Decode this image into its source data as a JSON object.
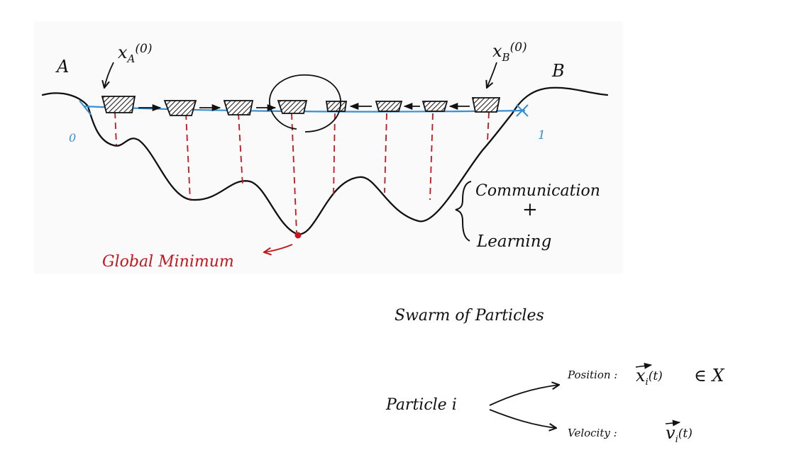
{
  "diagram": {
    "label_a": "A",
    "label_b": "B",
    "xa_var": "x",
    "xa_sub": "A",
    "xa_arg": "(0)",
    "xb_var": "x",
    "xb_sub": "B",
    "xb_arg": "(0)",
    "left_end": "0",
    "right_end": "1",
    "brace_line1": "Communication",
    "brace_plus": "+",
    "brace_line2": "Learning",
    "global_min": "Global Minimum",
    "colors": {
      "ink": "#111111",
      "line": "#3a8fd0",
      "accent": "#c4161c",
      "panel": "#f4f4f4"
    }
  },
  "notes": {
    "swarm_title": "Swarm of Particles",
    "particle": "Particle i",
    "position_label": "Position :",
    "position_var": "x",
    "position_sub": "i",
    "position_arg": "(t)",
    "position_set": "∈ X",
    "velocity_label": "Velocity :",
    "velocity_var": "v",
    "velocity_sub": "i",
    "velocity_arg": "(t)"
  }
}
